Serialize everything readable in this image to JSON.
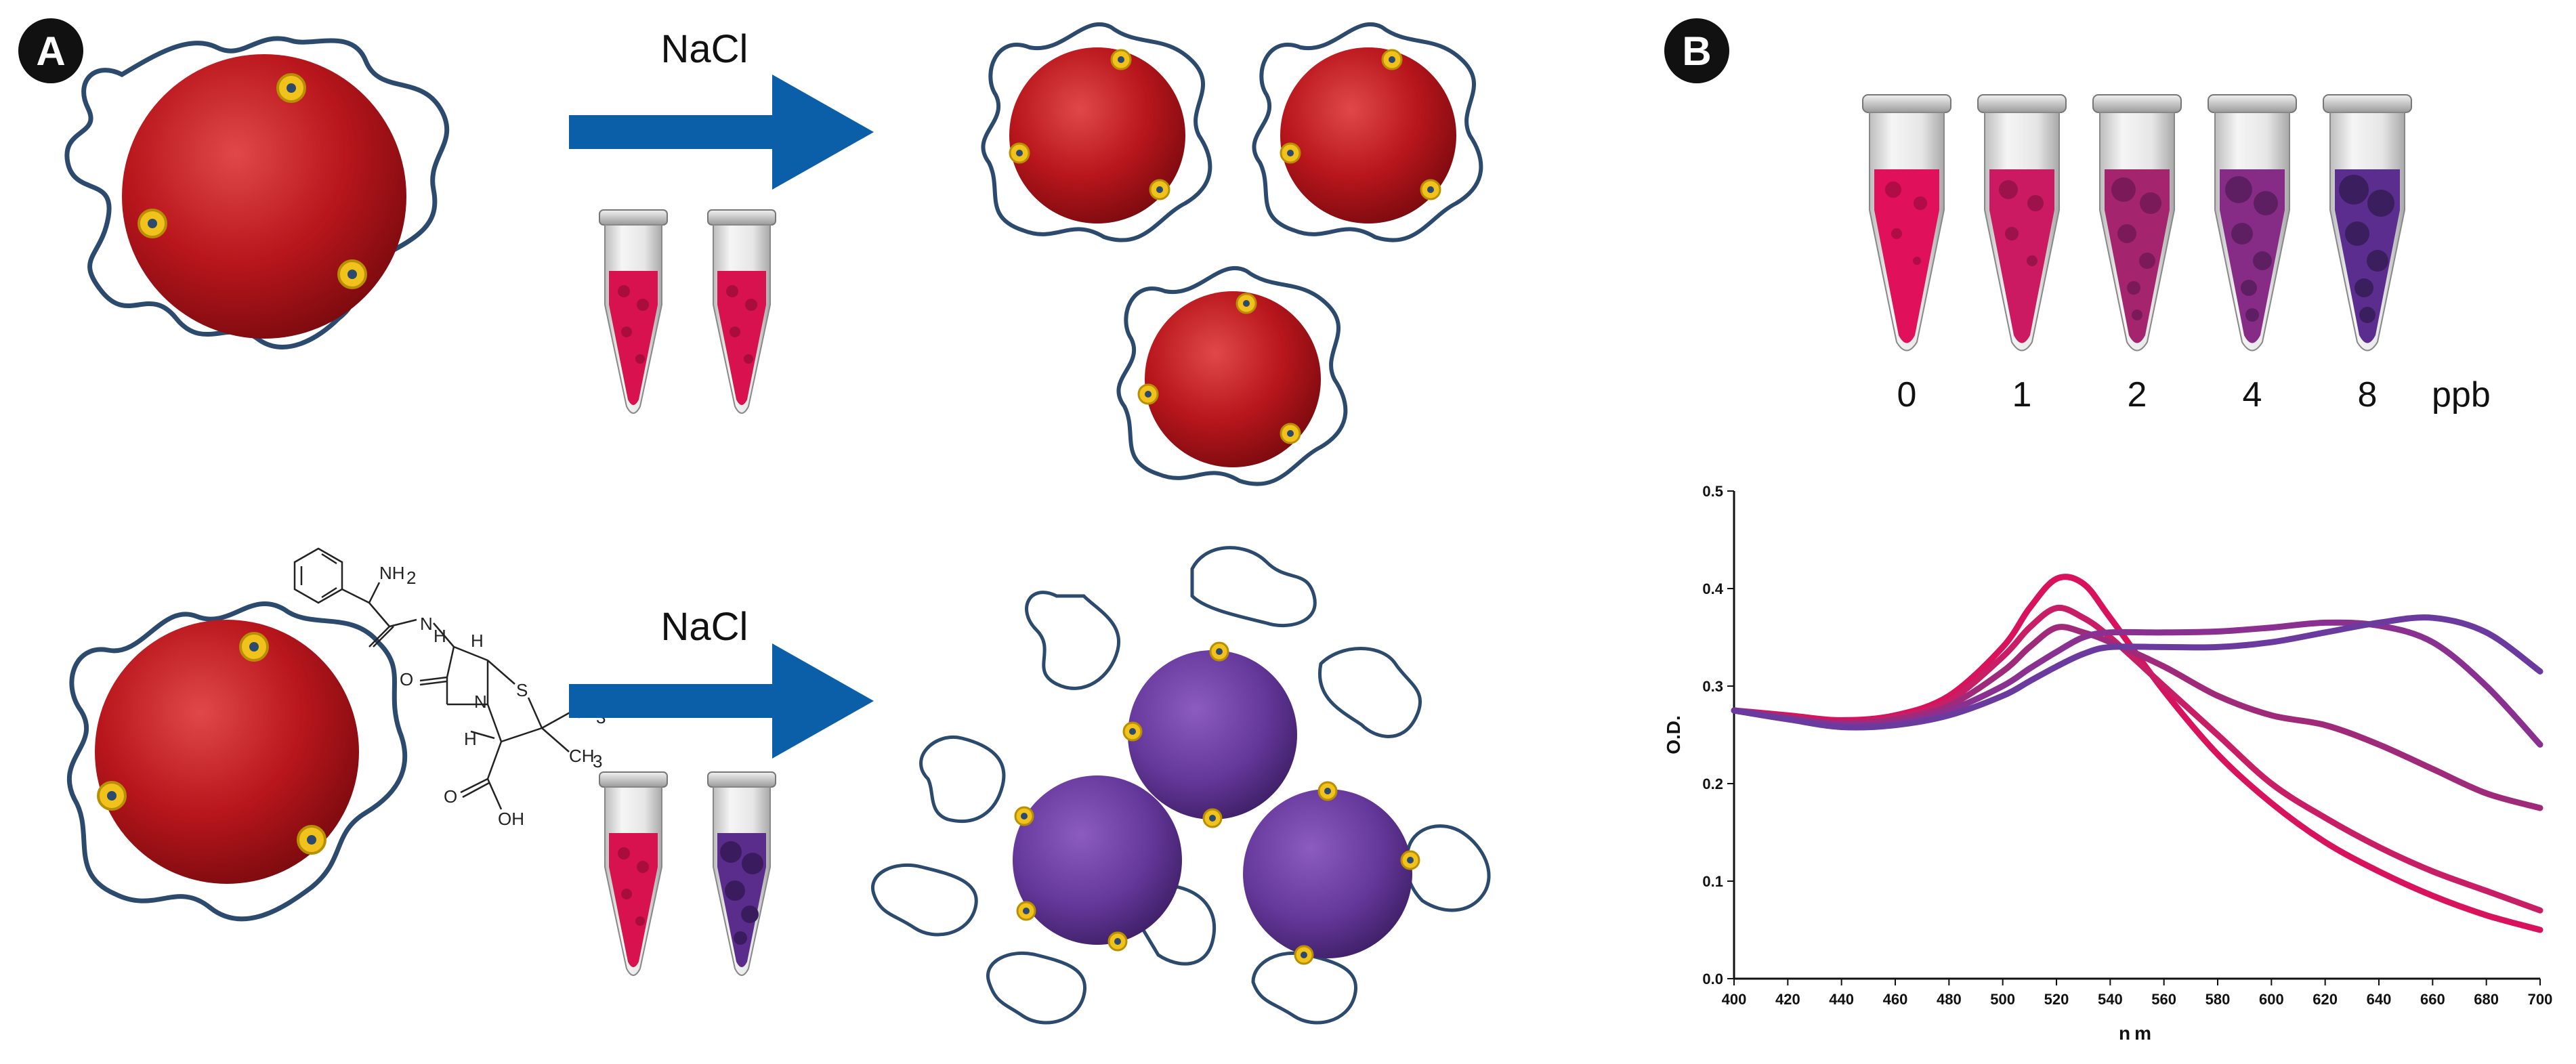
{
  "panels": {
    "a_badge": "A",
    "b_badge": "B"
  },
  "reagent": {
    "top_label": "NaCl",
    "bottom_label": "NaCl"
  },
  "molecule": {
    "nh2": "NH",
    "nh2_sub": "2",
    "nh": "N",
    "h": "H",
    "h_top": "H",
    "o_left": "O",
    "n_ring": "N",
    "s": "S",
    "h_low": "H",
    "ch3_a": "CH",
    "ch3_a_sub": "3",
    "ch3_b": "CH",
    "ch3_b_sub": "3",
    "o_acid": "O",
    "oh": "OH"
  },
  "tubes_b": {
    "labels": [
      "0",
      "1",
      "2",
      "4",
      "8"
    ],
    "unit": "ppb"
  },
  "colors": {
    "arrow": "#0a5fa8",
    "np_red": "#c01f26",
    "np_purple": "#6a3a9a",
    "ligand_dot": "#f1c21b",
    "strand": "#2c4a6e"
  },
  "chart_data": {
    "type": "line",
    "xlabel": "nm",
    "ylabel": "O.D.",
    "xlim": [
      400,
      700
    ],
    "ylim": [
      0,
      0.5
    ],
    "x_ticks": [
      400,
      420,
      440,
      460,
      480,
      500,
      520,
      540,
      560,
      580,
      600,
      620,
      640,
      660,
      680,
      700
    ],
    "y_ticks": [
      0.0,
      0.1,
      0.2,
      0.3,
      0.4,
      0.5
    ],
    "grid": false,
    "x": [
      400,
      420,
      440,
      460,
      480,
      500,
      510,
      520,
      530,
      540,
      560,
      580,
      600,
      620,
      640,
      660,
      680,
      700
    ],
    "series": [
      {
        "values": [
          0.275,
          0.27,
          0.265,
          0.27,
          0.29,
          0.34,
          0.38,
          0.41,
          0.405,
          0.37,
          0.295,
          0.23,
          0.18,
          0.14,
          0.11,
          0.085,
          0.065,
          0.05
        ],
        "color": "#d8125c"
      },
      {
        "values": [
          0.275,
          0.268,
          0.262,
          0.268,
          0.285,
          0.33,
          0.36,
          0.38,
          0.37,
          0.35,
          0.3,
          0.25,
          0.2,
          0.165,
          0.135,
          0.11,
          0.09,
          0.07
        ],
        "color": "#c81e66"
      },
      {
        "values": [
          0.275,
          0.268,
          0.262,
          0.266,
          0.28,
          0.315,
          0.34,
          0.36,
          0.355,
          0.345,
          0.32,
          0.29,
          0.27,
          0.26,
          0.24,
          0.215,
          0.19,
          0.175
        ],
        "color": "#a02a7a"
      },
      {
        "values": [
          0.275,
          0.266,
          0.26,
          0.262,
          0.275,
          0.3,
          0.318,
          0.335,
          0.35,
          0.355,
          0.355,
          0.356,
          0.36,
          0.365,
          0.362,
          0.345,
          0.3,
          0.24
        ],
        "color": "#8a3090"
      },
      {
        "values": [
          0.275,
          0.266,
          0.258,
          0.26,
          0.27,
          0.29,
          0.305,
          0.32,
          0.333,
          0.34,
          0.34,
          0.34,
          0.345,
          0.355,
          0.365,
          0.37,
          0.355,
          0.315
        ],
        "color": "#6a3a9e"
      }
    ]
  }
}
